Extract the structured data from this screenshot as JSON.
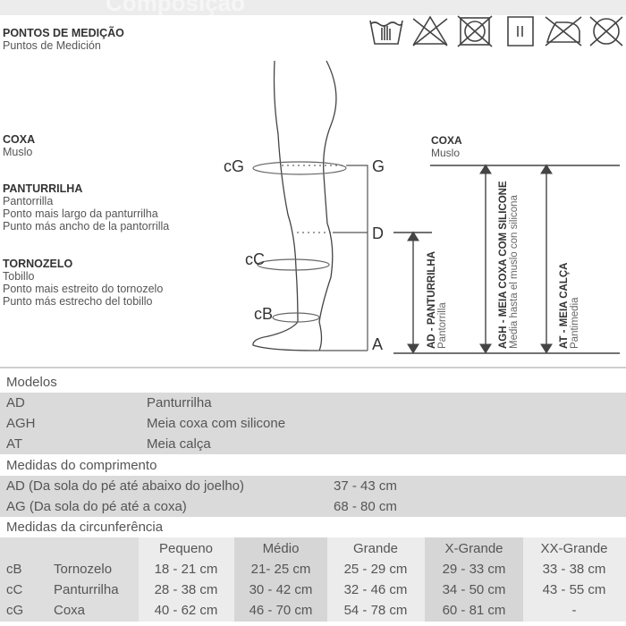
{
  "top_band_text": "Composição",
  "care_icons": [
    "hand-wash-icon",
    "no-bleach-icon",
    "no-tumble-dry-icon",
    "line-dry-icon",
    "no-iron-icon",
    "no-dry-clean-icon"
  ],
  "left_labels": {
    "title": "PONTOS DE MEDIÇÃO",
    "title_es": "Puntos de Medición",
    "coxa": "COXA",
    "coxa_es": "Muslo",
    "panturrilha": "PANTURRILHA",
    "panturrilha_es": "Pantorrilla",
    "panturrilha_desc_pt": "Ponto mais largo da panturrilha",
    "panturrilha_desc_es": "Punto más ancho de la pantorrilla",
    "tornozelo": "TORNOZELO",
    "tornozelo_es": "Tobillo",
    "tornozelo_desc_pt": "Ponto mais estreito do tornozelo",
    "tornozelo_desc_es": "Punto más estrecho del tobillo"
  },
  "diagram": {
    "cG": "cG",
    "cC": "cC",
    "cB": "cB",
    "G": "G",
    "D": "D",
    "A": "A",
    "coxa": "COXA",
    "coxa_es": "Muslo",
    "ad": "AD - PANTURRILHA",
    "ad_es": "Pantorrilla",
    "agh": "AGH - MEIA COXA COM SILICONE",
    "agh_es": "Media hasta el muslo con silicona",
    "at": "AT - MEIA CALÇA",
    "at_es": "Pantimedia"
  },
  "modelos": {
    "title": "Modelos",
    "rows": [
      {
        "code": "AD",
        "name": "Panturrilha"
      },
      {
        "code": "AGH",
        "name": "Meia coxa com silicone"
      },
      {
        "code": "AT",
        "name": "Meia calça"
      }
    ]
  },
  "comprimento": {
    "title": "Medidas do comprimento",
    "rows": [
      {
        "label": "AD (Da sola do pé até abaixo do joelho)",
        "value": "37 - 43 cm"
      },
      {
        "label": "AG (Da sola do pé até a coxa)",
        "value": "68 - 80 cm"
      }
    ]
  },
  "circunferencia": {
    "title": "Medidas da circunferência",
    "sizes": [
      "Pequeno",
      "Médio",
      "Grande",
      "X-Grande",
      "XX-Grande"
    ],
    "rows": [
      {
        "code": "cB",
        "name": "Tornozelo",
        "values": [
          "18 - 21 cm",
          "21- 25 cm",
          "25 - 29 cm",
          "29 - 33 cm",
          "33 - 38 cm"
        ]
      },
      {
        "code": "cC",
        "name": "Panturrilha",
        "values": [
          "28 - 38 cm",
          "30 - 42 cm",
          "32 - 46 cm",
          "34 - 50 cm",
          "43 - 55 cm"
        ]
      },
      {
        "code": "cG",
        "name": "Coxa",
        "values": [
          "40 - 62 cm",
          "46 - 70 cm",
          "54 - 78 cm",
          "60 - 81 cm",
          "-"
        ]
      }
    ]
  }
}
